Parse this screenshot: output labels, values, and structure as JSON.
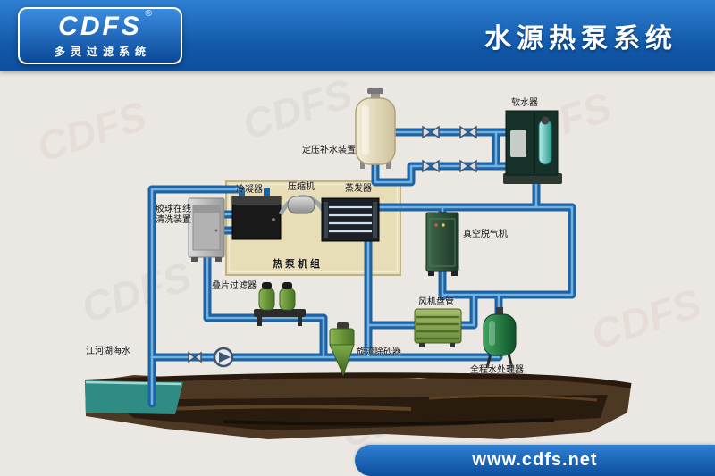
{
  "header": {
    "brand": "CDFS",
    "registered": "®",
    "brand_subtitle": "多灵过滤系统",
    "title": "水源热泵系统"
  },
  "watermark": "CDFS",
  "footer": {
    "url": "www.cdfs.net"
  },
  "colors": {
    "header_blue_dark": "#0d4f9e",
    "header_blue_light": "#2f7fd2",
    "pipe_blue": "#1b63a5",
    "pipe_highlight": "#7ab6e2",
    "heat_pump_box_beige": "#e7ddb6",
    "equipment_green": "#2f8a4a",
    "soil_brown": "#4d3824",
    "water_teal": "#2e8c84"
  },
  "diagram": {
    "labels": {
      "pressure_tank": "定压补水装置",
      "softener": "软水器",
      "condenser": "冷凝器",
      "compressor": "压缩机",
      "evaporator": "蒸发器",
      "heat_pump_unit": "热泵机组",
      "ball_cleaner_line1": "胶球在线",
      "ball_cleaner_line2": "清洗装置",
      "vacuum_degasser": "真空脱气机",
      "fan_coil": "风机盘管",
      "disc_filter": "叠片过滤器",
      "cyclone_sand_remover": "旋流除砂器",
      "water_processor": "全程水处理器",
      "source_water": "江河湖海水"
    }
  }
}
